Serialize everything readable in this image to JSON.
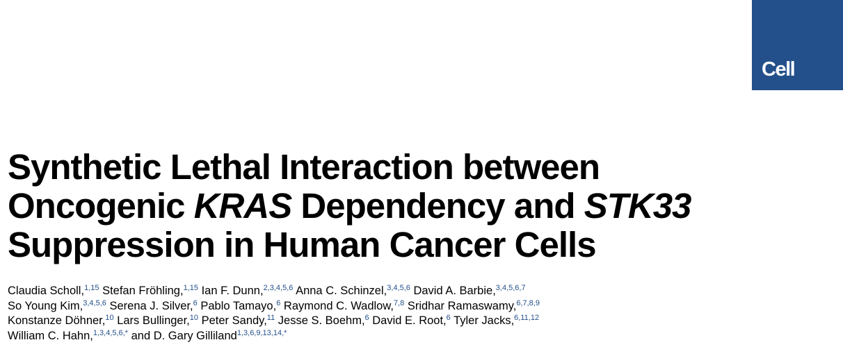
{
  "journal": {
    "name": "Cell",
    "badge_color": "#23508a"
  },
  "title": {
    "line1": "Synthetic Lethal Interaction between",
    "line2_part1": "Oncogenic ",
    "line2_gene1": "KRAS",
    "line2_part2": " Dependency and ",
    "line2_gene2": "STK33",
    "line3": "Suppression in Human Cancer Cells"
  },
  "authors": [
    {
      "name": "Claudia Scholl,",
      "aff": "1,15"
    },
    {
      "name": "Stefan Fröhling,",
      "aff": "1,15"
    },
    {
      "name": "Ian F. Dunn,",
      "aff": "2,3,4,5,6"
    },
    {
      "name": "Anna C. Schinzel,",
      "aff": "3,4,5,6"
    },
    {
      "name": "David A. Barbie,",
      "aff": "3,4,5,6,7"
    },
    {
      "name": "So Young Kim,",
      "aff": "3,4,5,6"
    },
    {
      "name": "Serena J. Silver,",
      "aff": "6"
    },
    {
      "name": "Pablo Tamayo,",
      "aff": "6"
    },
    {
      "name": "Raymond C. Wadlow,",
      "aff": "7,8"
    },
    {
      "name": "Sridhar Ramaswamy,",
      "aff": "6,7,8,9"
    },
    {
      "name": "Konstanze Döhner,",
      "aff": "10"
    },
    {
      "name": "Lars Bullinger,",
      "aff": "10"
    },
    {
      "name": "Peter Sandy,",
      "aff": "11"
    },
    {
      "name": "Jesse S. Boehm,",
      "aff": "6"
    },
    {
      "name": "David E. Root,",
      "aff": "6"
    },
    {
      "name": "Tyler Jacks,",
      "aff": "6,11,12"
    },
    {
      "name": "William C. Hahn,",
      "aff": "1,3,4,5,6,*"
    },
    {
      "name": "and D. Gary Gilliland",
      "aff": "1,3,6,9,13,14,*"
    }
  ]
}
